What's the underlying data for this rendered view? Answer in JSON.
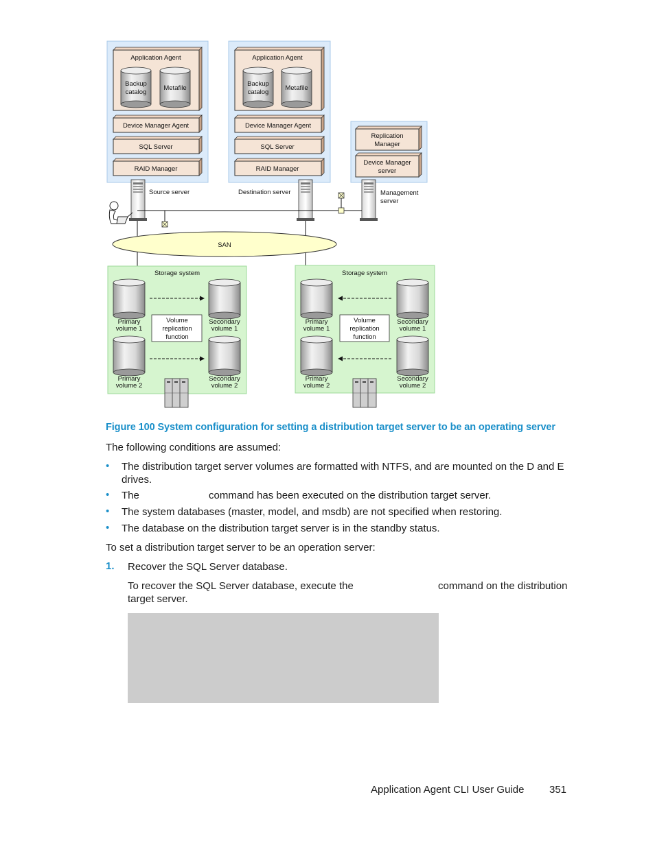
{
  "diagram": {
    "source": {
      "app_agent": "Application Agent",
      "backup_line1": "Backup",
      "backup_line2": "catalog",
      "metafile": "Metafile",
      "dma": "Device Manager Agent",
      "sql": "SQL Server",
      "raid": "RAID Manager",
      "server_label": "Source server"
    },
    "destination": {
      "app_agent": "Application Agent",
      "backup_line1": "Backup",
      "backup_line2": "catalog",
      "metafile": "Metafile",
      "dma": "Device Manager Agent",
      "sql": "SQL Server",
      "raid": "RAID Manager",
      "server_label": "Destination server"
    },
    "management": {
      "replication_line1": "Replication",
      "replication_line2": "Manager",
      "dms_line1": "Device Manager",
      "dms_line2": "server",
      "label_line1": "Management",
      "label_line2": "server"
    },
    "san": "SAN",
    "storage_left": {
      "title": "Storage system",
      "primary1_line1": "Primary",
      "primary1_line2": "volume 1",
      "secondary1_line1": "Secondary",
      "secondary1_line2": "volume 1",
      "primary2_line1": "Primary",
      "primary2_line2": "volume 2",
      "secondary2_line1": "Secondary",
      "secondary2_line2": "volume 2",
      "vr_line1": "Volume",
      "vr_line2": "replication",
      "vr_line3": "function"
    },
    "storage_right": {
      "title": "Storage system",
      "primary1_line1": "Primary",
      "primary1_line2": "volume 1",
      "secondary1_line1": "Secondary",
      "secondary1_line2": "volume 1",
      "primary2_line1": "Primary",
      "primary2_line2": "volume 2",
      "secondary2_line1": "Secondary",
      "secondary2_line2": "volume 2",
      "vr_line1": "Volume",
      "vr_line2": "replication",
      "vr_line3": "function"
    }
  },
  "caption": "Figure 100 System configuration for setting a distribution target server to be an operating server",
  "intro": "The following conditions are assumed:",
  "bullet_symbol": "•",
  "bullets": {
    "b1_line1": "The distribution target server volumes are formatted with NTFS, and are mounted on the D and E",
    "b1_line2": "drives.",
    "b2_start": "The",
    "b2_end": "command has been executed on the distribution target server.",
    "b3": "The system databases (master, model, and msdb) are not specified when restoring.",
    "b4": "The database on the distribution target server is in the standby status."
  },
  "procedure_intro": "To set a distribution target server to be an operation server:",
  "step1": {
    "number": "1.",
    "text": "Recover the SQL Server database.",
    "detail_start": "To recover the SQL Server database, execute the",
    "detail_end": "command on the distribution",
    "detail_line2": "target server."
  },
  "footer": {
    "title": "Application Agent CLI User Guide",
    "page": "351"
  },
  "colors": {
    "caption": "#1a8fc9",
    "server_zone": "#dcebfa",
    "storage_zone": "#d6f5cf",
    "component_box": "#f5e4d6",
    "code_bg": "#cccccc"
  }
}
